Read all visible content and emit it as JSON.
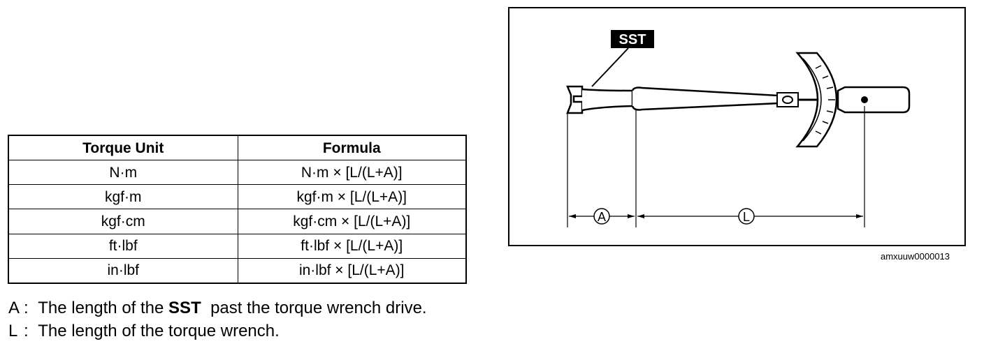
{
  "table": {
    "headers": [
      "Torque Unit",
      "Formula"
    ],
    "rows": [
      [
        "N·m",
        "N·m × [L/(L+A)]"
      ],
      [
        "kgf·m",
        "kgf·m × [L/(L+A)]"
      ],
      [
        "kgf·cm",
        "kgf·cm × [L/(L+A)]"
      ],
      [
        "ft·lbf",
        "ft·lbf × [L/(L+A)]"
      ],
      [
        "in·lbf",
        "in·lbf × [L/(L+A)]"
      ]
    ]
  },
  "notes": {
    "a": {
      "key": "A",
      "sep": ":",
      "pre": "The length of the",
      "bold": "SST",
      "post": "past the torque wrench drive."
    },
    "l": {
      "key": "L",
      "sep": ":",
      "text": "The length of the torque wrench."
    }
  },
  "figure": {
    "sst_label": "SST",
    "dim_a": "A",
    "dim_l": "L",
    "figure_id": "amxuuw0000013"
  }
}
